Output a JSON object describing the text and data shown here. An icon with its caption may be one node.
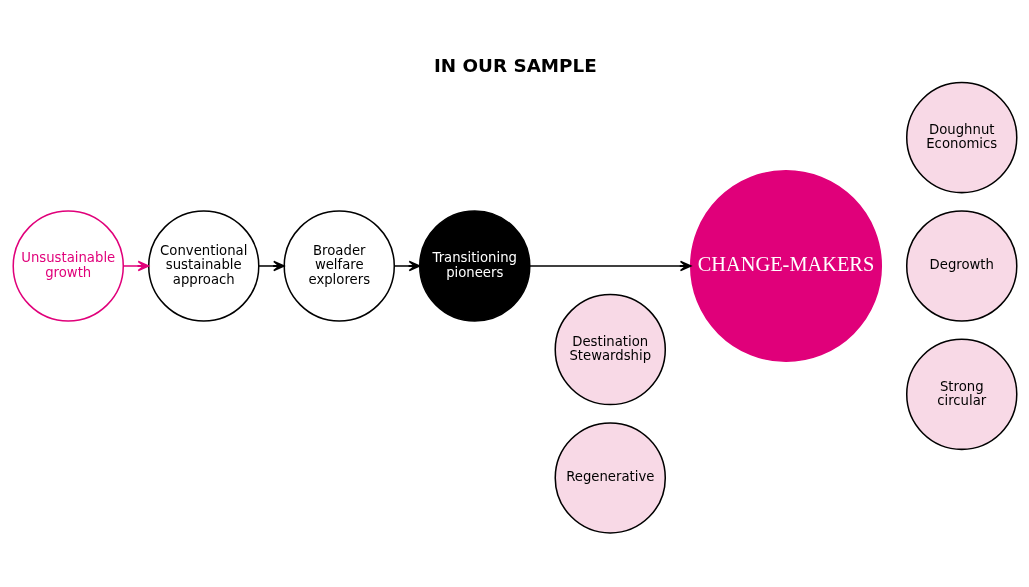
{
  "diagram": {
    "title": "IN OUR SAMPLE",
    "nodes": [
      {
        "text": [
          "Unsustainable growth"
        ]
      },
      {
        "text": [
          "Conventional sustainable approach"
        ]
      },
      {
        "text": [
          "Broader welfare explorers"
        ]
      },
      {
        "text": [
          "Transitioning pioneers"
        ]
      },
      {
        "text": [
          "CHANGE-MAKERS"
        ]
      },
      {
        "text": [
          "Doughnut Economics"
        ]
      },
      {
        "text": [
          "Destination Stewardship"
        ]
      },
      {
        "text": [
          "Degrowth"
        ]
      },
      {
        "text": [
          "Regenerative"
        ]
      },
      {
        "text": [
          "Strong circular"
        ]
      }
    ],
    "edges": [
      {
        "from": 0,
        "to": 1,
        "arrow": "to",
        "color": "#e0007a"
      },
      {
        "from": 1,
        "to": 2,
        "arrow": "to"
      },
      {
        "from": 2,
        "to": 3,
        "arrow": "to"
      },
      {
        "from": 3,
        "to": 4,
        "arrow": "to"
      }
    ]
  }
}
